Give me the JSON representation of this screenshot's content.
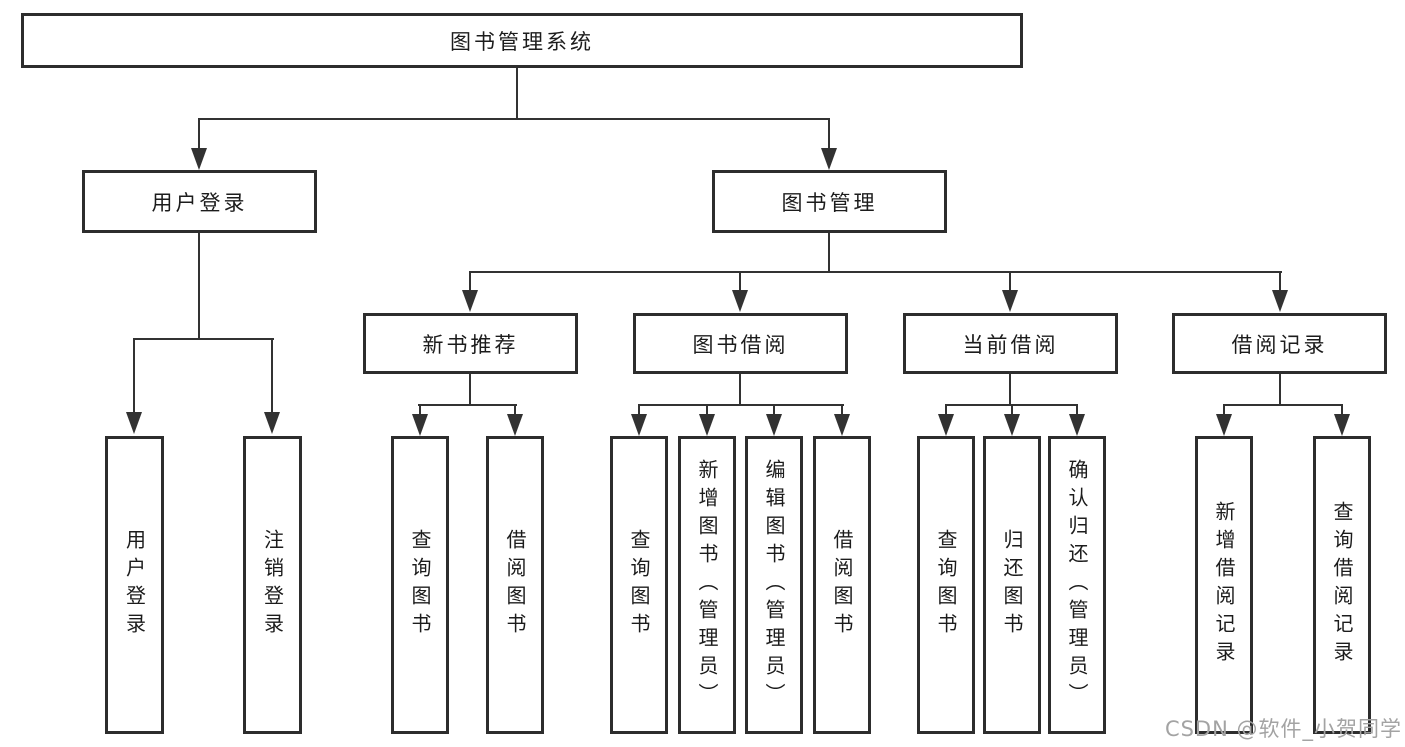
{
  "diagram_type": "hierarchy",
  "colors": {
    "line": "#323232",
    "border": "#2d2d2d",
    "text": "#1c1c1c",
    "bg": "#ffffff",
    "watermark": "#a3a3a3"
  },
  "diagram": {
    "root": {
      "label": "图书管理系统",
      "children": [
        {
          "label": "用户登录",
          "children": [
            {
              "label": "用户登录"
            },
            {
              "label": "注销登录"
            }
          ]
        },
        {
          "label": "图书管理",
          "children": [
            {
              "label": "新书推荐",
              "children": [
                {
                  "label": "查询图书"
                },
                {
                  "label": "借阅图书"
                }
              ]
            },
            {
              "label": "图书借阅",
              "children": [
                {
                  "label": "查询图书"
                },
                {
                  "label": "新增图书（管理员）"
                },
                {
                  "label": "编辑图书（管理员）"
                },
                {
                  "label": "借阅图书"
                }
              ]
            },
            {
              "label": "当前借阅",
              "children": [
                {
                  "label": "查询图书"
                },
                {
                  "label": "归还图书"
                },
                {
                  "label": "确认归还（管理员）"
                }
              ]
            },
            {
              "label": "借阅记录",
              "children": [
                {
                  "label": "新增借阅记录"
                },
                {
                  "label": "查询借阅记录"
                }
              ]
            }
          ]
        }
      ]
    }
  },
  "watermark": {
    "text": "CSDN @软件_小贺同学"
  }
}
